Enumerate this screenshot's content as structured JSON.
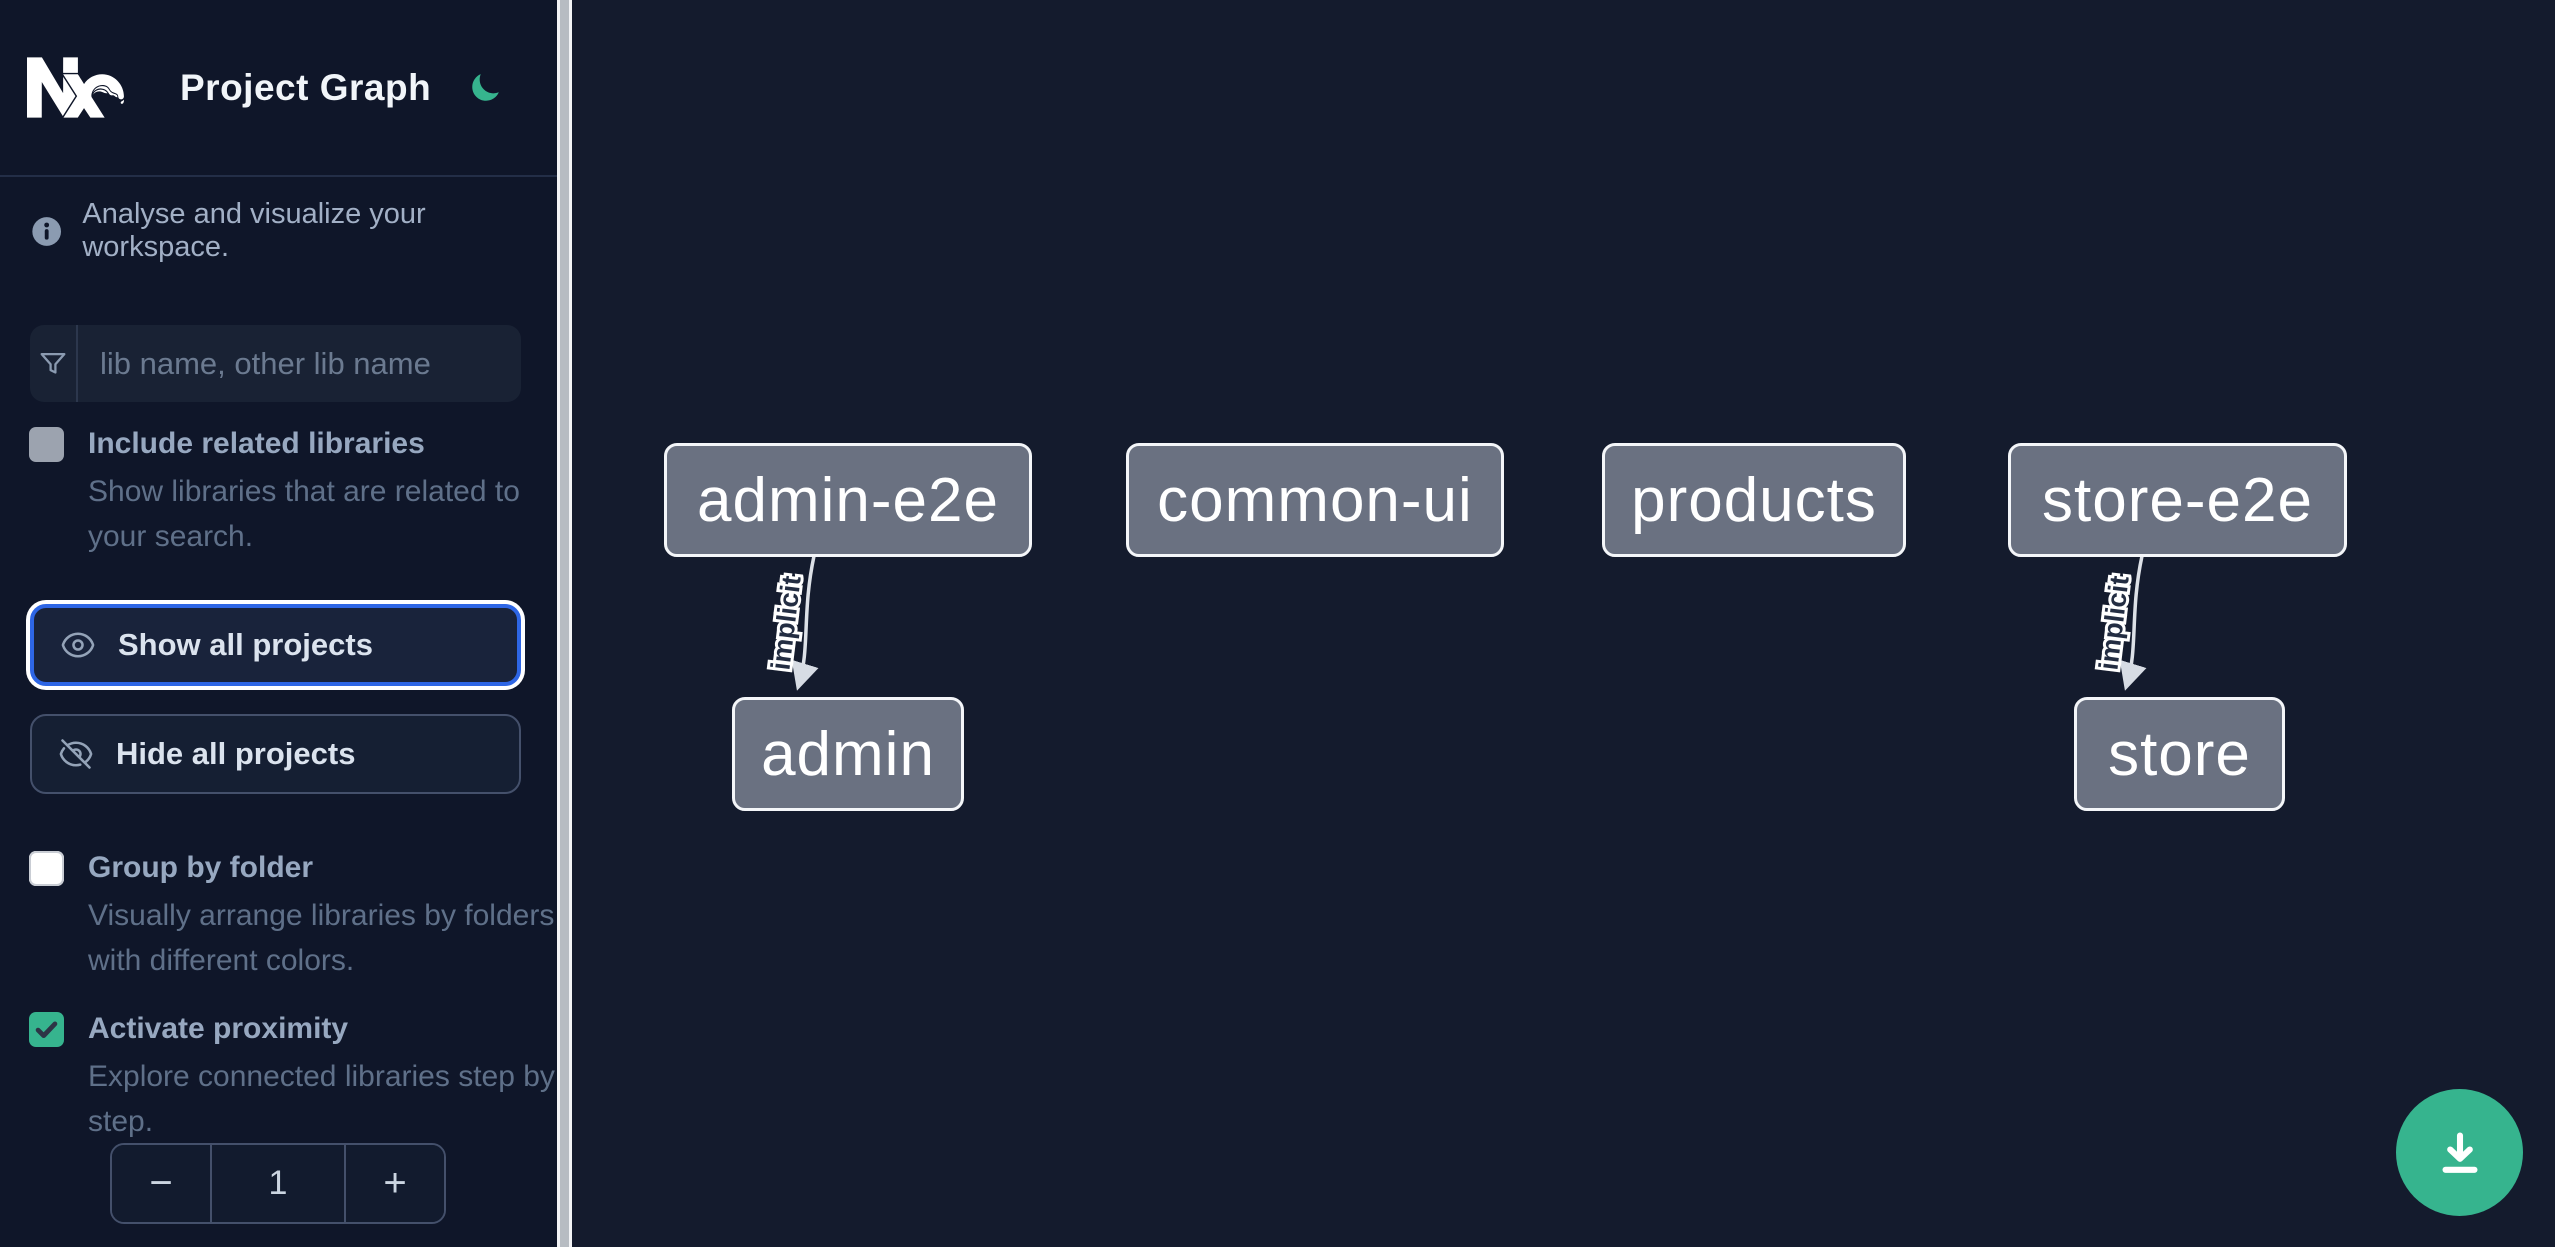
{
  "header": {
    "title": "Project Graph",
    "logo_icon": "nx-logo",
    "theme_icon": "moon-icon"
  },
  "sidebar": {
    "info_text": "Analyse and visualize your workspace.",
    "info_icon": "info-circle-icon",
    "filter": {
      "icon": "funnel-icon",
      "placeholder": "lib name, other lib name",
      "value": ""
    },
    "checkboxes": [
      {
        "label": "Include related libraries",
        "description": "Show libraries that are related to your search.",
        "checked": false,
        "style": "gray"
      },
      {
        "label": "Group by folder",
        "description": "Visually arrange libraries by folders with different colors.",
        "checked": false,
        "style": "white"
      },
      {
        "label": "Activate proximity",
        "description": "Explore connected libraries step by step.",
        "checked": true,
        "style": "green"
      }
    ],
    "buttons": [
      {
        "label": "Show all projects",
        "icon": "eye-icon",
        "focused": true
      },
      {
        "label": "Hide all projects",
        "icon": "eye-slash-icon",
        "focused": false
      }
    ],
    "stepper": {
      "decrement": "−",
      "value": "1",
      "increment": "+"
    }
  },
  "graph": {
    "nodes": [
      {
        "id": "admin-e2e",
        "label": "admin-e2e"
      },
      {
        "id": "common-ui",
        "label": "common-ui"
      },
      {
        "id": "products",
        "label": "products"
      },
      {
        "id": "store-e2e",
        "label": "store-e2e"
      },
      {
        "id": "admin",
        "label": "admin"
      },
      {
        "id": "store",
        "label": "store"
      }
    ],
    "edges": [
      {
        "source": "admin-e2e",
        "target": "admin",
        "label": "implicit"
      },
      {
        "source": "store-e2e",
        "target": "store",
        "label": "implicit"
      }
    ]
  },
  "fab": {
    "icon": "download-icon"
  },
  "colors": {
    "accent_green": "#36b48e",
    "focus_blue": "#2e66e5",
    "sidebar_bg": "#0f1629",
    "canvas_bg": "#141b2d",
    "node_fill": "#6a7181"
  }
}
